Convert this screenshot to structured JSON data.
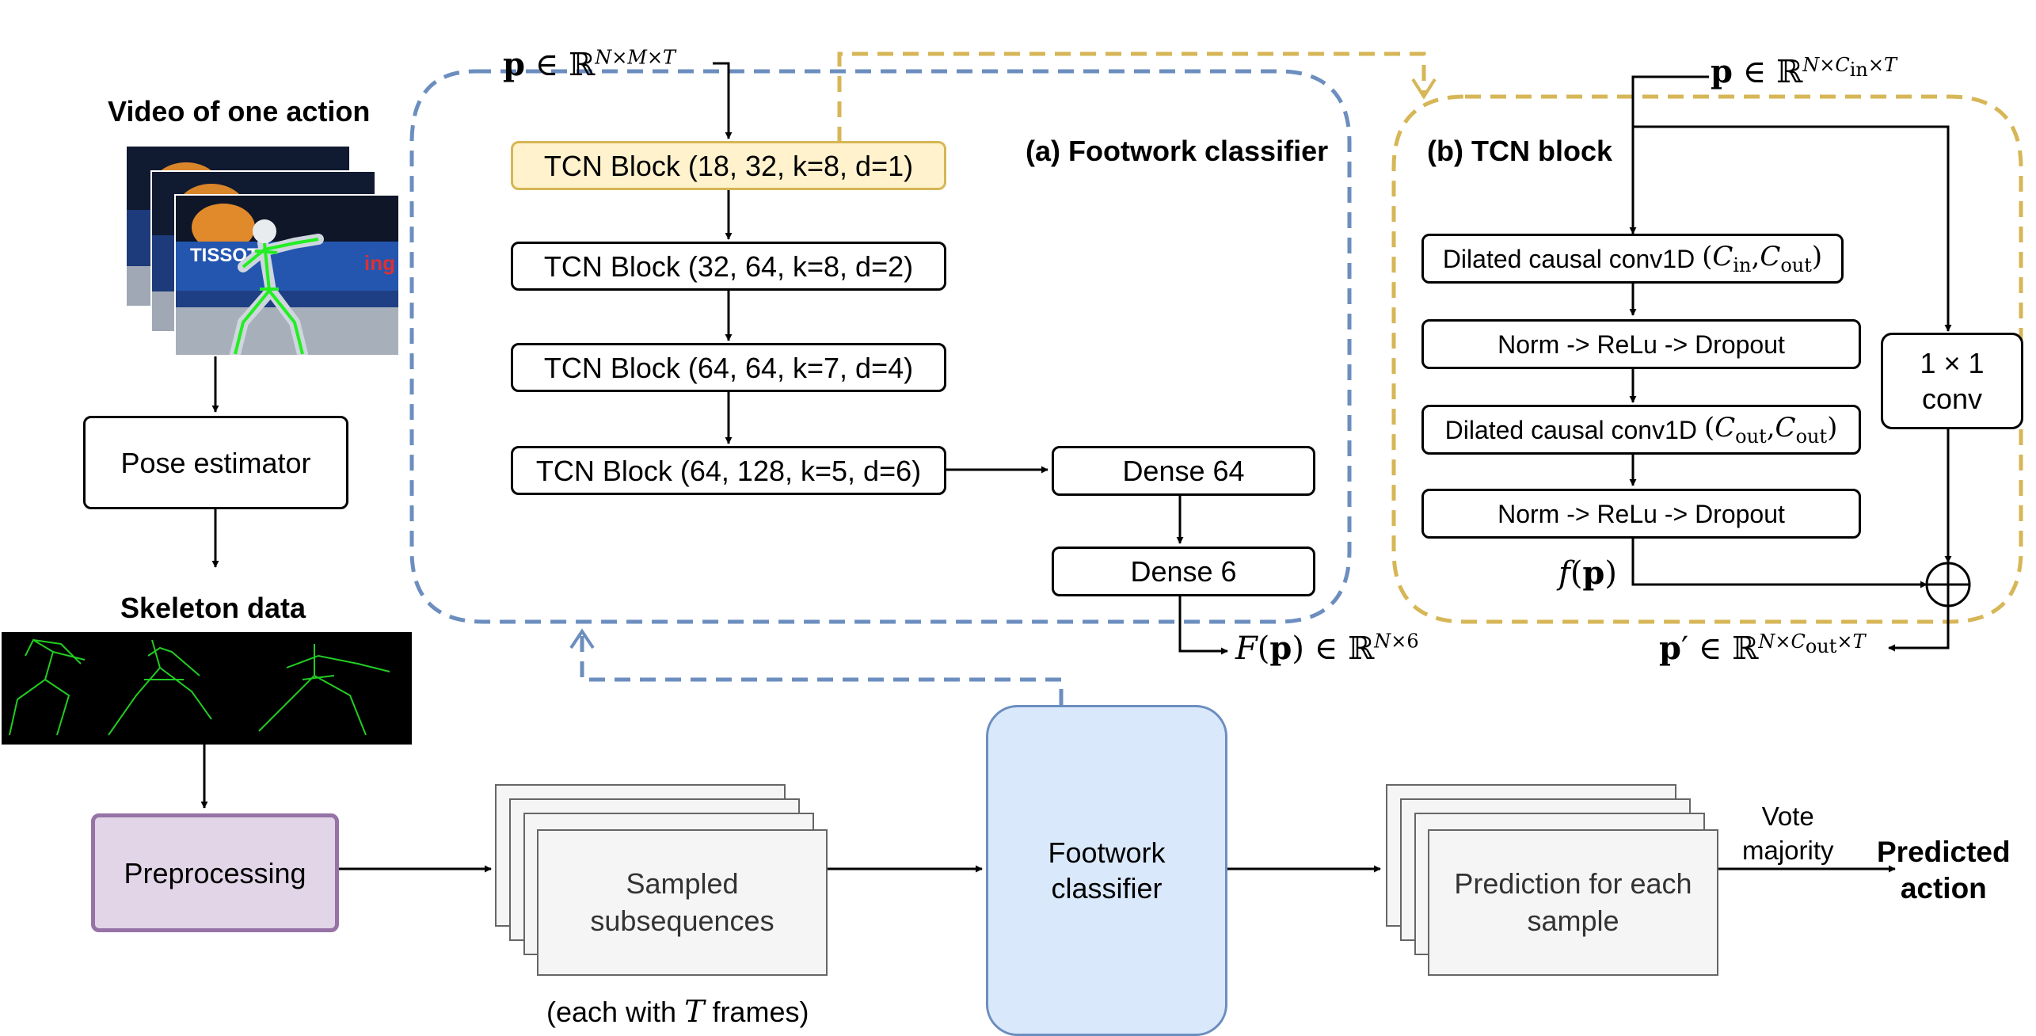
{
  "video_title": "Video of one action",
  "pose_estimator": "Pose estimator",
  "skeleton_title": "Skeleton data",
  "preprocessing": "Preprocessing",
  "sampled": {
    "line1": "Sampled",
    "line2": "subsequences",
    "caption_pre": "(each with ",
    "caption_var": "T",
    "caption_post": " frames)"
  },
  "classifier_box": {
    "line1": "Footwork",
    "line2": "classifier"
  },
  "prediction": {
    "line1": "Prediction for each",
    "line2": "sample"
  },
  "vote": {
    "line1": "Vote",
    "line2": "majority"
  },
  "predicted": {
    "line1": "Predicted",
    "line2": "action"
  },
  "panel_a": {
    "title": "(a) Footwork classifier",
    "input_label": "p ∈ ℝ^{N×M×T}",
    "blocks": [
      "TCN Block (18, 32, k=8, d=1)",
      "TCN Block (32, 64, k=8, d=2)",
      "TCN Block (64, 64, k=7, d=4)",
      "TCN Block (64, 128, k=5, d=6)"
    ],
    "dense1": "Dense 64",
    "dense2": "Dense 6",
    "output_label": "F(p) ∈ ℝ^{N×6}"
  },
  "panel_b": {
    "title": "(b) TCN block",
    "input_label": "p ∈ ℝ^{N×C_in×T}",
    "conv1_text": "Dilated causal conv1D",
    "conv1_args": "(C_in, C_out)",
    "norm1": "Norm -> ReLu -> Dropout",
    "conv2_text": "Dilated causal conv1D",
    "conv2_args": "(C_out, C_out)",
    "norm2": "Norm -> ReLu -> Dropout",
    "res_line1": "1 × 1",
    "res_line2": "conv",
    "f_label": "f(p)",
    "output_label": "p′ ∈ ℝ^{N×C_out×T}"
  },
  "logos": {
    "brand": "TISSOT",
    "partial": "ing"
  },
  "colors": {
    "blue_dash": "#6c8ebf",
    "gold_dash": "#d6b656",
    "highlight_fill": "#fff2cc",
    "highlight_stroke": "#d6b656",
    "classifier_fill": "#dae8fc",
    "preprocess_fill": "#e1d5e7",
    "preprocess_stroke": "#9673a6",
    "skeleton_line": "#22cc22"
  }
}
